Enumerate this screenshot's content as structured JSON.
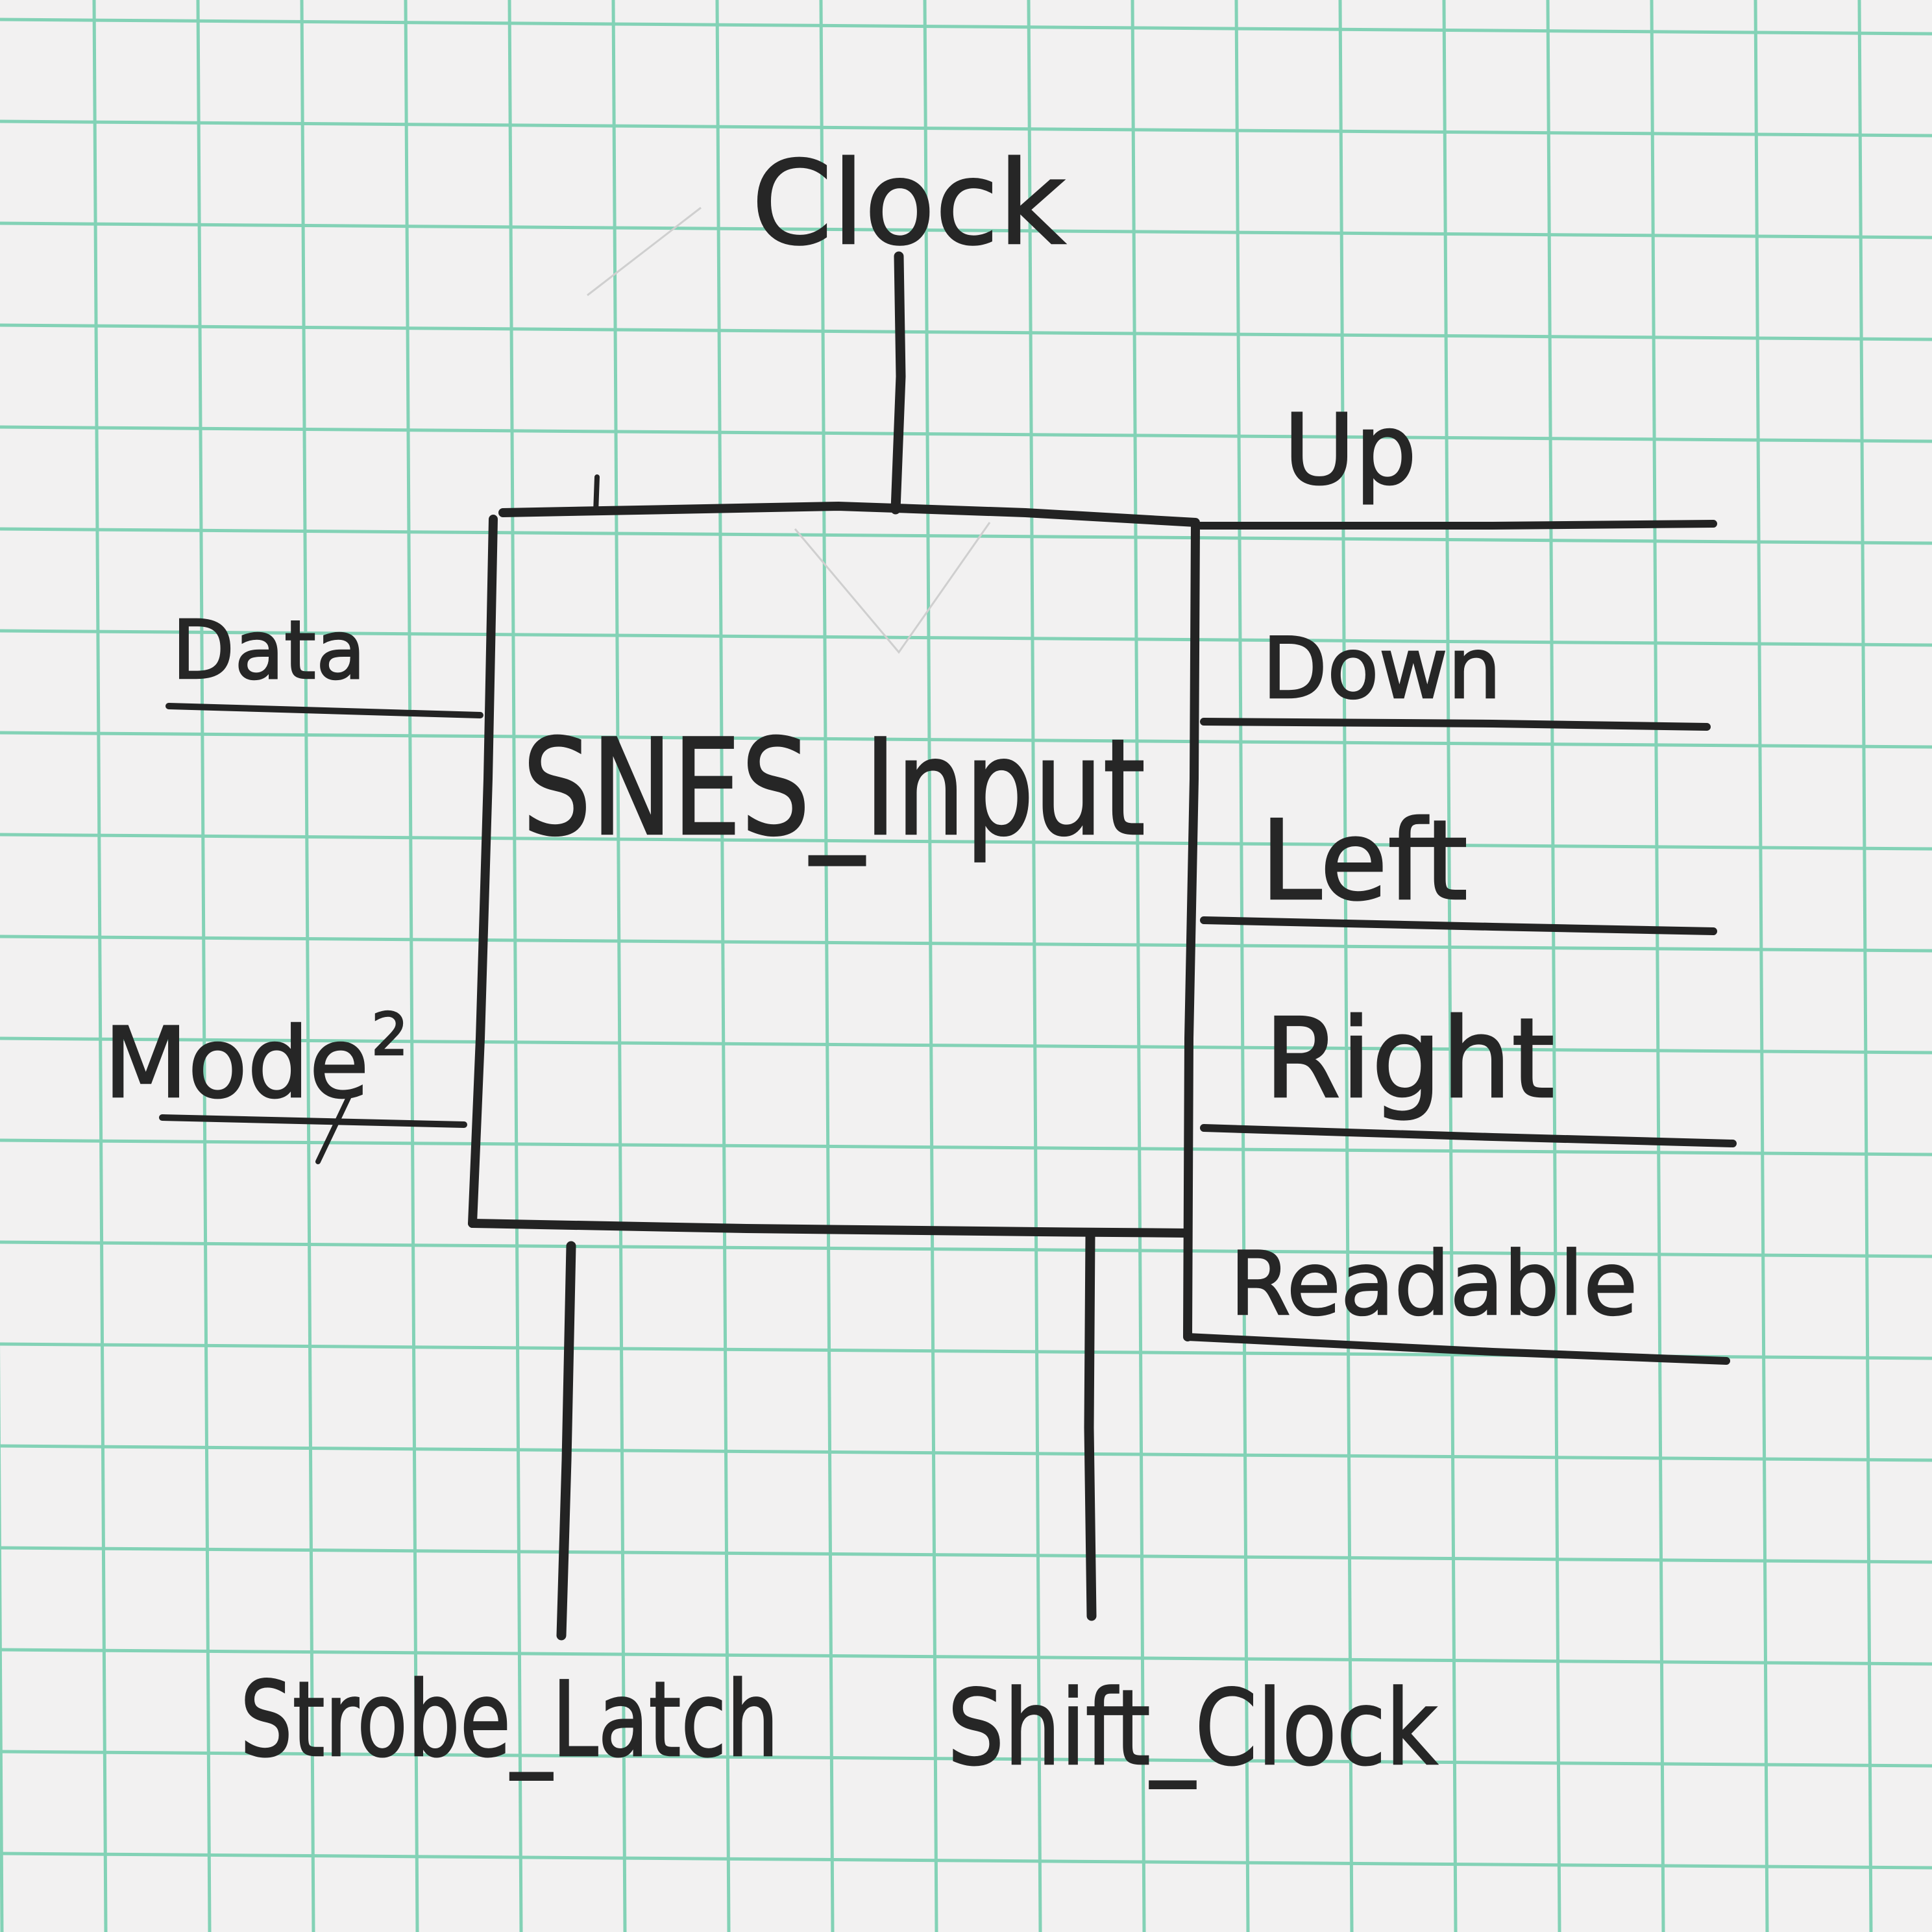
{
  "paper": {
    "background": "#f2f1f1",
    "grid_color": "#83d2b6",
    "ink_color": "#262626"
  },
  "block": {
    "name": "SNES_Input"
  },
  "ports": {
    "top": [
      "Clock"
    ],
    "left": [
      "Data",
      "Mode"
    ],
    "right": [
      "Up",
      "Down",
      "Left",
      "Right",
      "Readable"
    ],
    "bottom": [
      "Strobe_Latch",
      "Shift_Clock"
    ]
  },
  "bus_width": {
    "port": "Mode",
    "value": "2"
  }
}
